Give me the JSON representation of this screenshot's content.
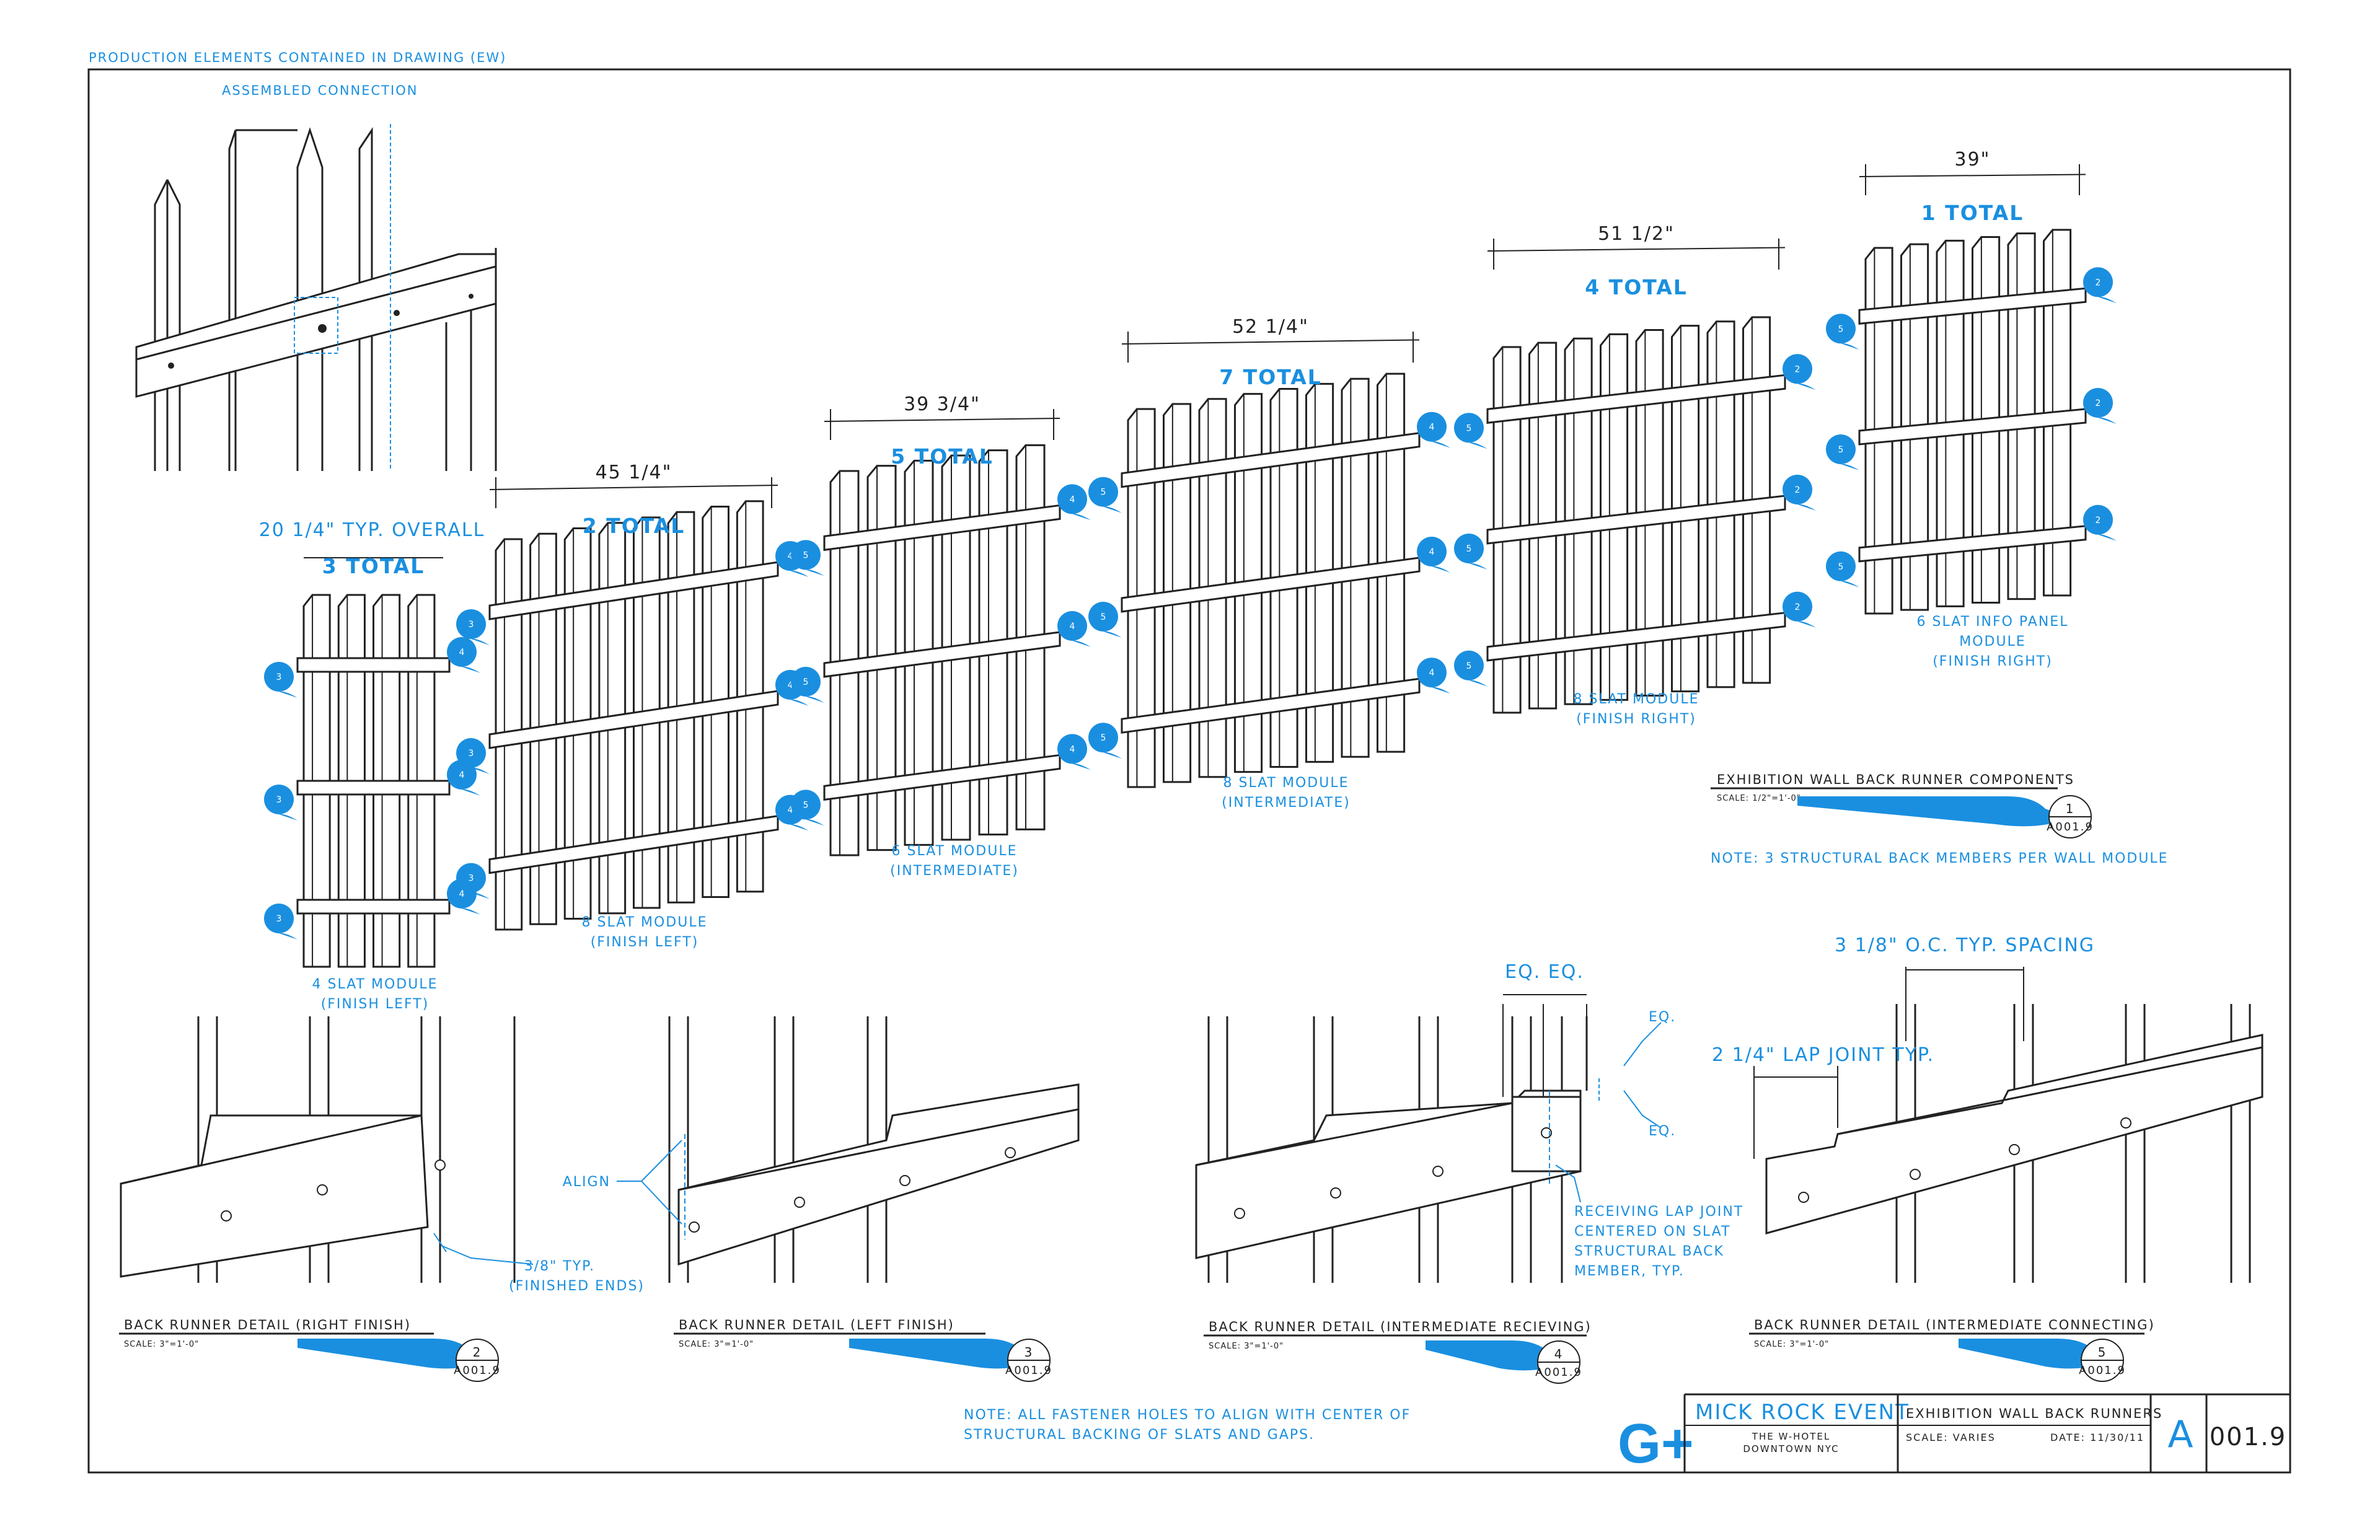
{
  "sheet": {
    "header_note": "PRODUCTION ELEMENTS CONTAINED IN DRAWING (EW)",
    "assembled_connection": "ASSEMBLED CONNECTION",
    "overall_note": "20 1/4\" TYP. OVERALL",
    "main_title": "EXHIBITION WALL BACK RUNNER COMPONENTS",
    "main_scale": "SCALE: 1/2\"=1'-0\"",
    "main_ref_num": "1",
    "main_ref_sheet": "A001.9",
    "structural_note": "NOTE: 3 STRUCTURAL BACK MEMBERS PER WALL MODULE",
    "fastener_note_line1": "NOTE:  ALL FASTENER HOLES TO ALIGN WITH CENTER OF",
    "fastener_note_line2": "STRUCTURAL BACKING OF SLATS AND GAPS.",
    "accent_color": "#1a8fe0",
    "line_color": "#222222"
  },
  "modules": [
    {
      "width": "",
      "total": "3 TOTAL",
      "name_line1": "4 SLAT MODULE",
      "name_line2": "(FINISH LEFT)",
      "bubbles": [
        "3",
        "3",
        "3",
        "4",
        "4",
        "4"
      ]
    },
    {
      "width": "45 1/4\"",
      "total": "2 TOTAL",
      "name_line1": "8 SLAT MODULE",
      "name_line2": "(FINISH LEFT)",
      "bubbles": [
        "3",
        "3",
        "3",
        "4",
        "4",
        "4"
      ]
    },
    {
      "width": "39 3/4\"",
      "total": "5 TOTAL",
      "name_line1": "6 SLAT MODULE",
      "name_line2": "(INTERMEDIATE)",
      "bubbles": [
        "5",
        "5",
        "5",
        "4",
        "4",
        "4"
      ]
    },
    {
      "width": "52 1/4\"",
      "total": "7 TOTAL",
      "name_line1": "8 SLAT MODULE",
      "name_line2": "(INTERMEDIATE)",
      "bubbles": [
        "5",
        "5",
        "5",
        "4",
        "4",
        "4"
      ]
    },
    {
      "width": "51 1/2\"",
      "total": "4 TOTAL",
      "name_line1": "8 SLAT MODULE",
      "name_line2": "(FINISH RIGHT)",
      "bubbles": [
        "5",
        "5",
        "5",
        "2",
        "2",
        "2"
      ]
    },
    {
      "width": "39\"",
      "total": "1 TOTAL",
      "name_line1": "6 SLAT INFO PANEL",
      "name_line2": "MODULE",
      "name_line3": "(FINISH RIGHT)",
      "bubbles": [
        "5",
        "5",
        "5",
        "2",
        "2",
        "2"
      ]
    }
  ],
  "details": [
    {
      "title": "BACK RUNNER DETAIL (RIGHT FINISH)",
      "scale": "SCALE: 3\"=1'-0\"",
      "ref_num": "2",
      "ref_sheet": "A001.9",
      "note_line1": "3/8\" TYP.",
      "note_line2": "(FINISHED ENDS)"
    },
    {
      "title": "BACK RUNNER DETAIL (LEFT FINISH)",
      "scale": "SCALE: 3\"=1'-0\"",
      "ref_num": "3",
      "ref_sheet": "A001.9",
      "note_line1": "ALIGN"
    },
    {
      "title": "BACK RUNNER DETAIL (INTERMEDIATE RECIEVING)",
      "scale": "SCALE: 3\"=1'-0\"",
      "ref_num": "4",
      "ref_sheet": "A001.9",
      "eq_top": "EQ.  EQ.",
      "eq_a": "EQ.",
      "eq_b": "EQ.",
      "note_line1": "RECEIVING LAP JOINT",
      "note_line2": "CENTERED ON SLAT",
      "note_line3": "STRUCTURAL BACK",
      "note_line4": "MEMBER, TYP."
    },
    {
      "title": "BACK RUNNER DETAIL (INTERMEDIATE CONNECTING)",
      "scale": "SCALE: 3\"=1'-0\"",
      "ref_num": "5",
      "ref_sheet": "A001.9",
      "spacing": "3 1/8\" O.C. TYP. SPACING",
      "lap": "2 1/4\" LAP JOINT TYP."
    }
  ],
  "title_block": {
    "logo": "G+",
    "project": "MICK ROCK EVENT",
    "venue_line1": "THE W-HOTEL",
    "venue_line2": "DOWNTOWN NYC",
    "sheet_title": "EXHIBITION WALL BACK RUNNERS",
    "scale": "SCALE: VARIES",
    "date": "DATE:  11/30/11",
    "sheet_letter": "A",
    "sheet_number": "001.9"
  }
}
